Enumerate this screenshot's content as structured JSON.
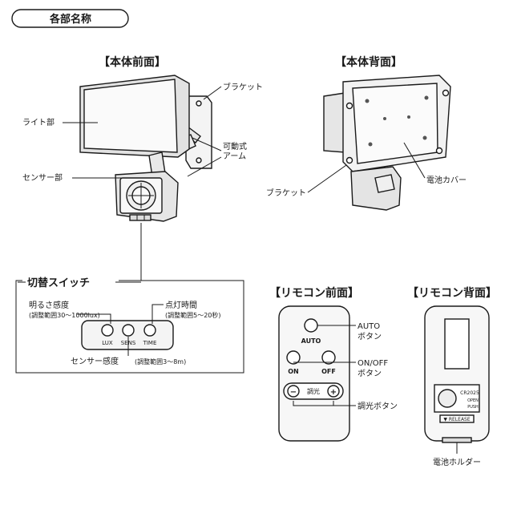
{
  "section_title": "各部名称",
  "front": {
    "heading": "【本体前面】",
    "light": "ライト部",
    "bracket": "ブラケット",
    "arm_line1": "可動式",
    "arm_line2": "アーム",
    "sensor": "センサー部"
  },
  "back": {
    "heading": "【本体背面】",
    "bracket": "ブラケット",
    "battery_cover": "電池カバー"
  },
  "switch": {
    "title": "切替スイッチ",
    "brightness_label": "明るさ感度",
    "brightness_range": "(調整範囲30〜1000lux)",
    "time_label": "点灯時間",
    "time_range": "(調整範囲5〜20秒)",
    "sensor_label": "センサー感度",
    "sensor_range": "(調整範囲3〜8m)",
    "dial_lux": "LUX",
    "dial_sens": "SENS",
    "dial_time": "TIME"
  },
  "remote_front": {
    "heading": "【リモコン前面】",
    "btn_auto": "AUTO",
    "btn_on": "ON",
    "btn_off": "OFF",
    "btn_minus": "−",
    "btn_plus": "+",
    "btn_dim": "調光",
    "auto_line1": "AUTO",
    "auto_line2": "ボタン",
    "onoff_line1": "ON/OFF",
    "onoff_line2": "ボタン",
    "dim_callout": "調光ボタン"
  },
  "remote_back": {
    "heading": "【リモコン背面】",
    "battery_type": "CR2025",
    "open": "OPEN",
    "push": "PUSH",
    "release": "▼ RELEASE",
    "holder": "電池ホルダー"
  }
}
